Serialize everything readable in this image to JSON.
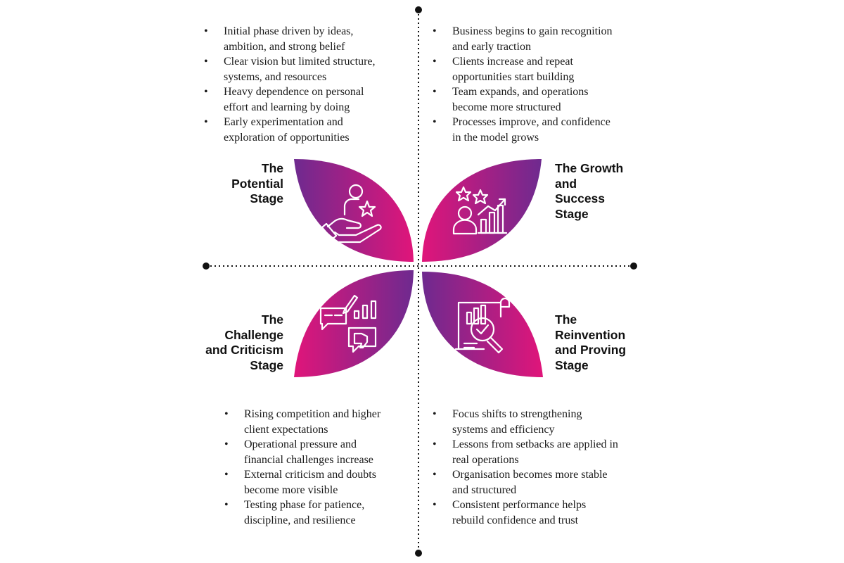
{
  "stages": [
    {
      "id": "potential",
      "title_lines": [
        "The",
        "Potential",
        "Stage"
      ],
      "icon": "person-star-hand-icon",
      "bullets": [
        [
          "Initial phase driven by ideas,",
          "ambition, and strong belief"
        ],
        [
          "Clear vision but limited structure,",
          "systems, and resources"
        ],
        [
          "Heavy dependence on personal",
          "effort and learning by doing"
        ],
        [
          "Early experimentation and",
          "exploration of opportunities"
        ]
      ]
    },
    {
      "id": "growth",
      "title_lines": [
        "The Growth",
        "and",
        "Success",
        "Stage"
      ],
      "icon": "person-growth-chart-icon",
      "bullets": [
        [
          "Business begins to gain recognition",
          "and early traction"
        ],
        [
          "Clients increase and repeat",
          "opportunities start building"
        ],
        [
          "Team expands, and operations",
          "become more structured"
        ],
        [
          "Processes improve, and confidence",
          "in the model grows"
        ]
      ]
    },
    {
      "id": "challenge",
      "title_lines": [
        "The",
        "Challenge",
        "and Criticism",
        "Stage"
      ],
      "icon": "feedback-thumbs-down-icon",
      "bullets": [
        [
          "Rising competition and higher",
          "client expectations"
        ],
        [
          "Operational pressure and",
          "financial challenges increase"
        ],
        [
          "External criticism and doubts",
          "become more visible"
        ],
        [
          "Testing phase for patience,",
          "discipline, and resilience"
        ]
      ]
    },
    {
      "id": "reinvention",
      "title_lines": [
        "The",
        "Reinvention",
        "and Proving",
        "Stage"
      ],
      "icon": "report-magnifier-check-icon",
      "bullets": [
        [
          "Focus shifts to strengthening",
          "systems and efficiency"
        ],
        [
          "Lessons from setbacks are applied in",
          "real operations"
        ],
        [
          "Organisation becomes more stable",
          "and structured"
        ],
        [
          "Consistent performance helps",
          "rebuild confidence and trust"
        ]
      ]
    }
  ],
  "colors": {
    "gradient_purple": "#6e2a8f",
    "gradient_magenta": "#d6157a",
    "axis": "#111111"
  }
}
